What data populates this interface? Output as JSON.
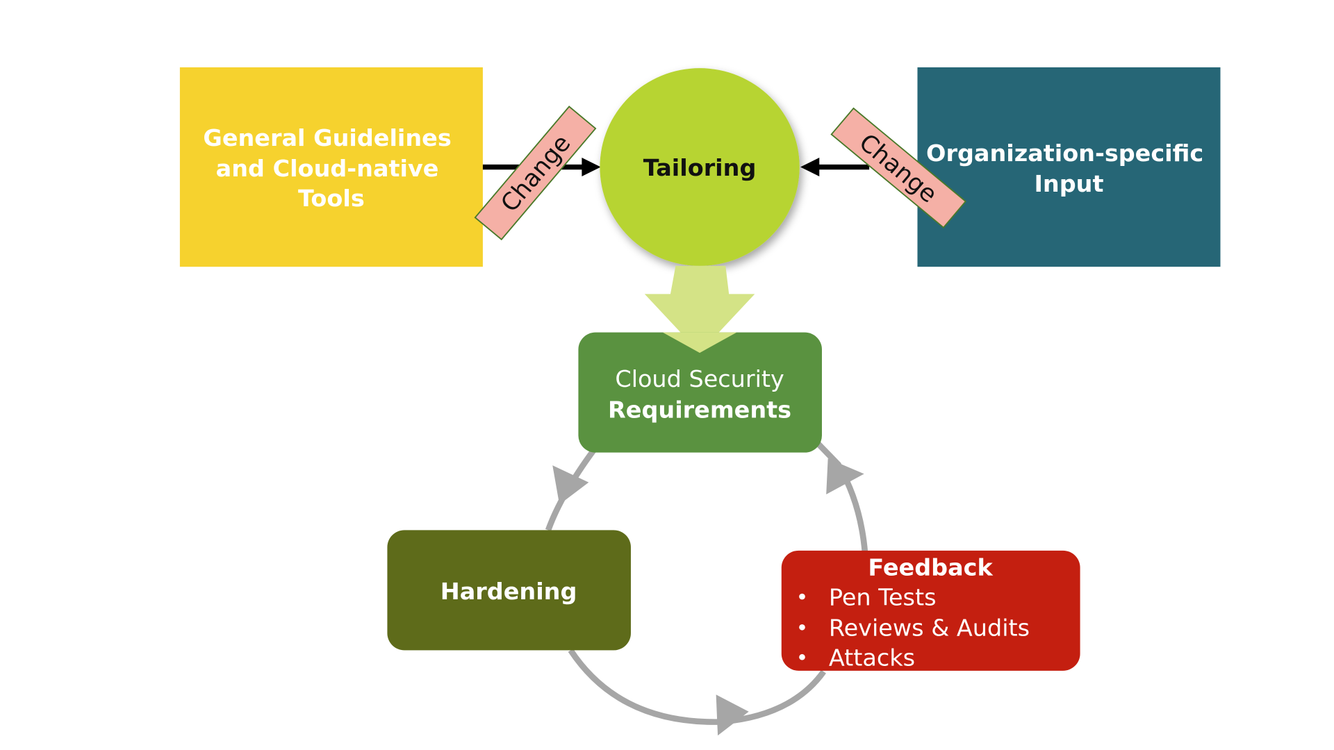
{
  "diagram": {
    "inputs": {
      "left": {
        "lines": [
          "General Guidelines",
          "and Cloud-native",
          "Tools"
        ],
        "color": "#F6D22E"
      },
      "right": {
        "lines": [
          "Organization-specific",
          "Input"
        ],
        "color": "#266676"
      }
    },
    "tailoring": {
      "label": "Tailoring",
      "color": "#B7D433"
    },
    "change_tags": {
      "left": "Change",
      "right": "Change",
      "color": "#F5B0A6",
      "border": "#4A7A2A"
    },
    "down_arrow_color": "#D4E386",
    "requirements": {
      "line1": "Cloud Security",
      "line2": "Requirements",
      "color": "#5A9240"
    },
    "hardening": {
      "label": "Hardening",
      "color": "#5E6B1A"
    },
    "feedback": {
      "title": "Feedback",
      "items": [
        "Pen Tests",
        "Reviews & Audits",
        "Attacks"
      ],
      "color": "#C41F10"
    },
    "cycle_arrow_color": "#A6A6A6"
  }
}
